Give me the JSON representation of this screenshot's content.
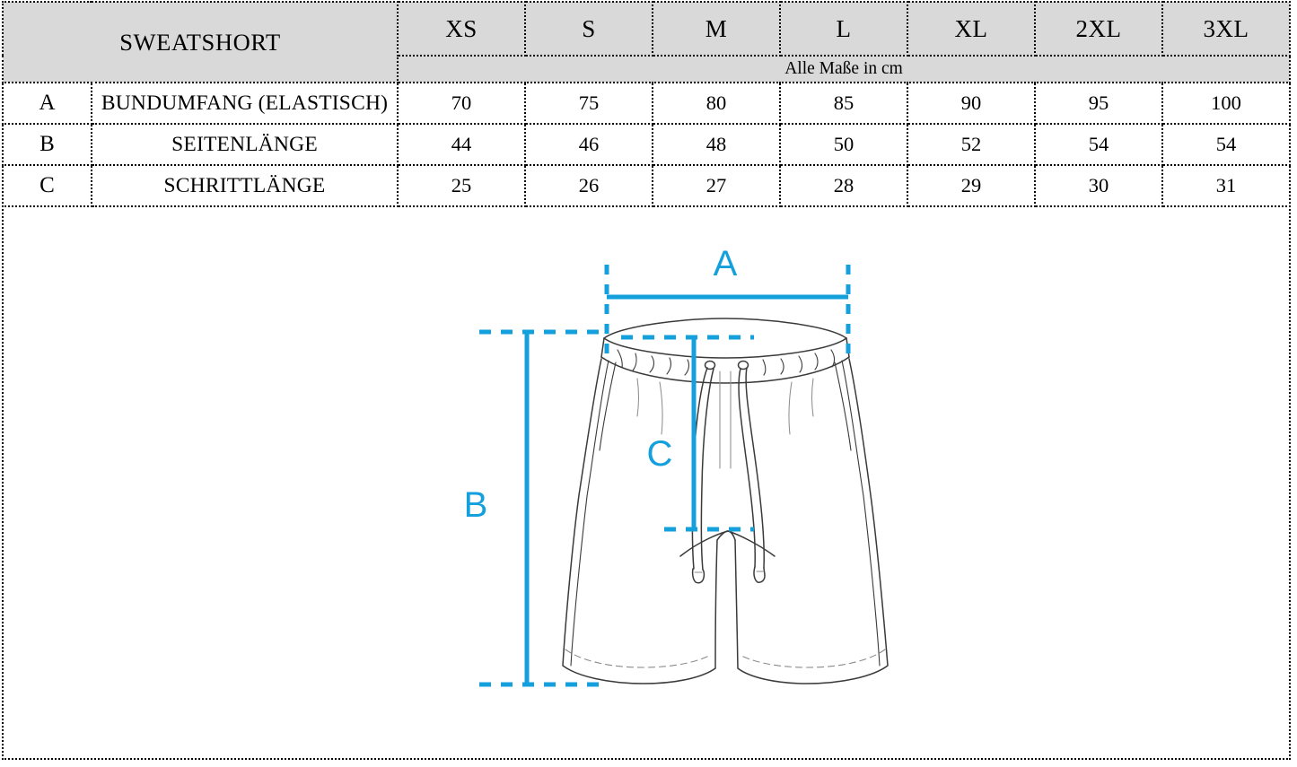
{
  "document": {
    "title": "SWEATSHORT",
    "units_note": "Alle Maße in cm",
    "accent_color_diagram": "#14a0dc",
    "accent_color_table_letters": "#9ecbee",
    "header_background": "#d9d9d9",
    "garment_line_color": "#3a3a3a"
  },
  "table": {
    "size_columns": [
      "XS",
      "S",
      "M",
      "L",
      "XL",
      "2XL",
      "3XL"
    ],
    "rows": [
      {
        "letter": "A",
        "description": "BUNDUMFANG (ELASTISCH)",
        "values": [
          "70",
          "75",
          "80",
          "85",
          "90",
          "95",
          "100"
        ]
      },
      {
        "letter": "B",
        "description": "SEITENLÄNGE",
        "values": [
          "44",
          "46",
          "48",
          "50",
          "52",
          "54",
          "54"
        ]
      },
      {
        "letter": "C",
        "description": "SCHRITTLÄNGE",
        "values": [
          "25",
          "26",
          "27",
          "28",
          "29",
          "30",
          "31"
        ]
      }
    ]
  },
  "diagram": {
    "garment": "sweatshort-front-flat-sketch",
    "measurement_labels": {
      "a": "A",
      "b": "B",
      "c": "C"
    }
  }
}
